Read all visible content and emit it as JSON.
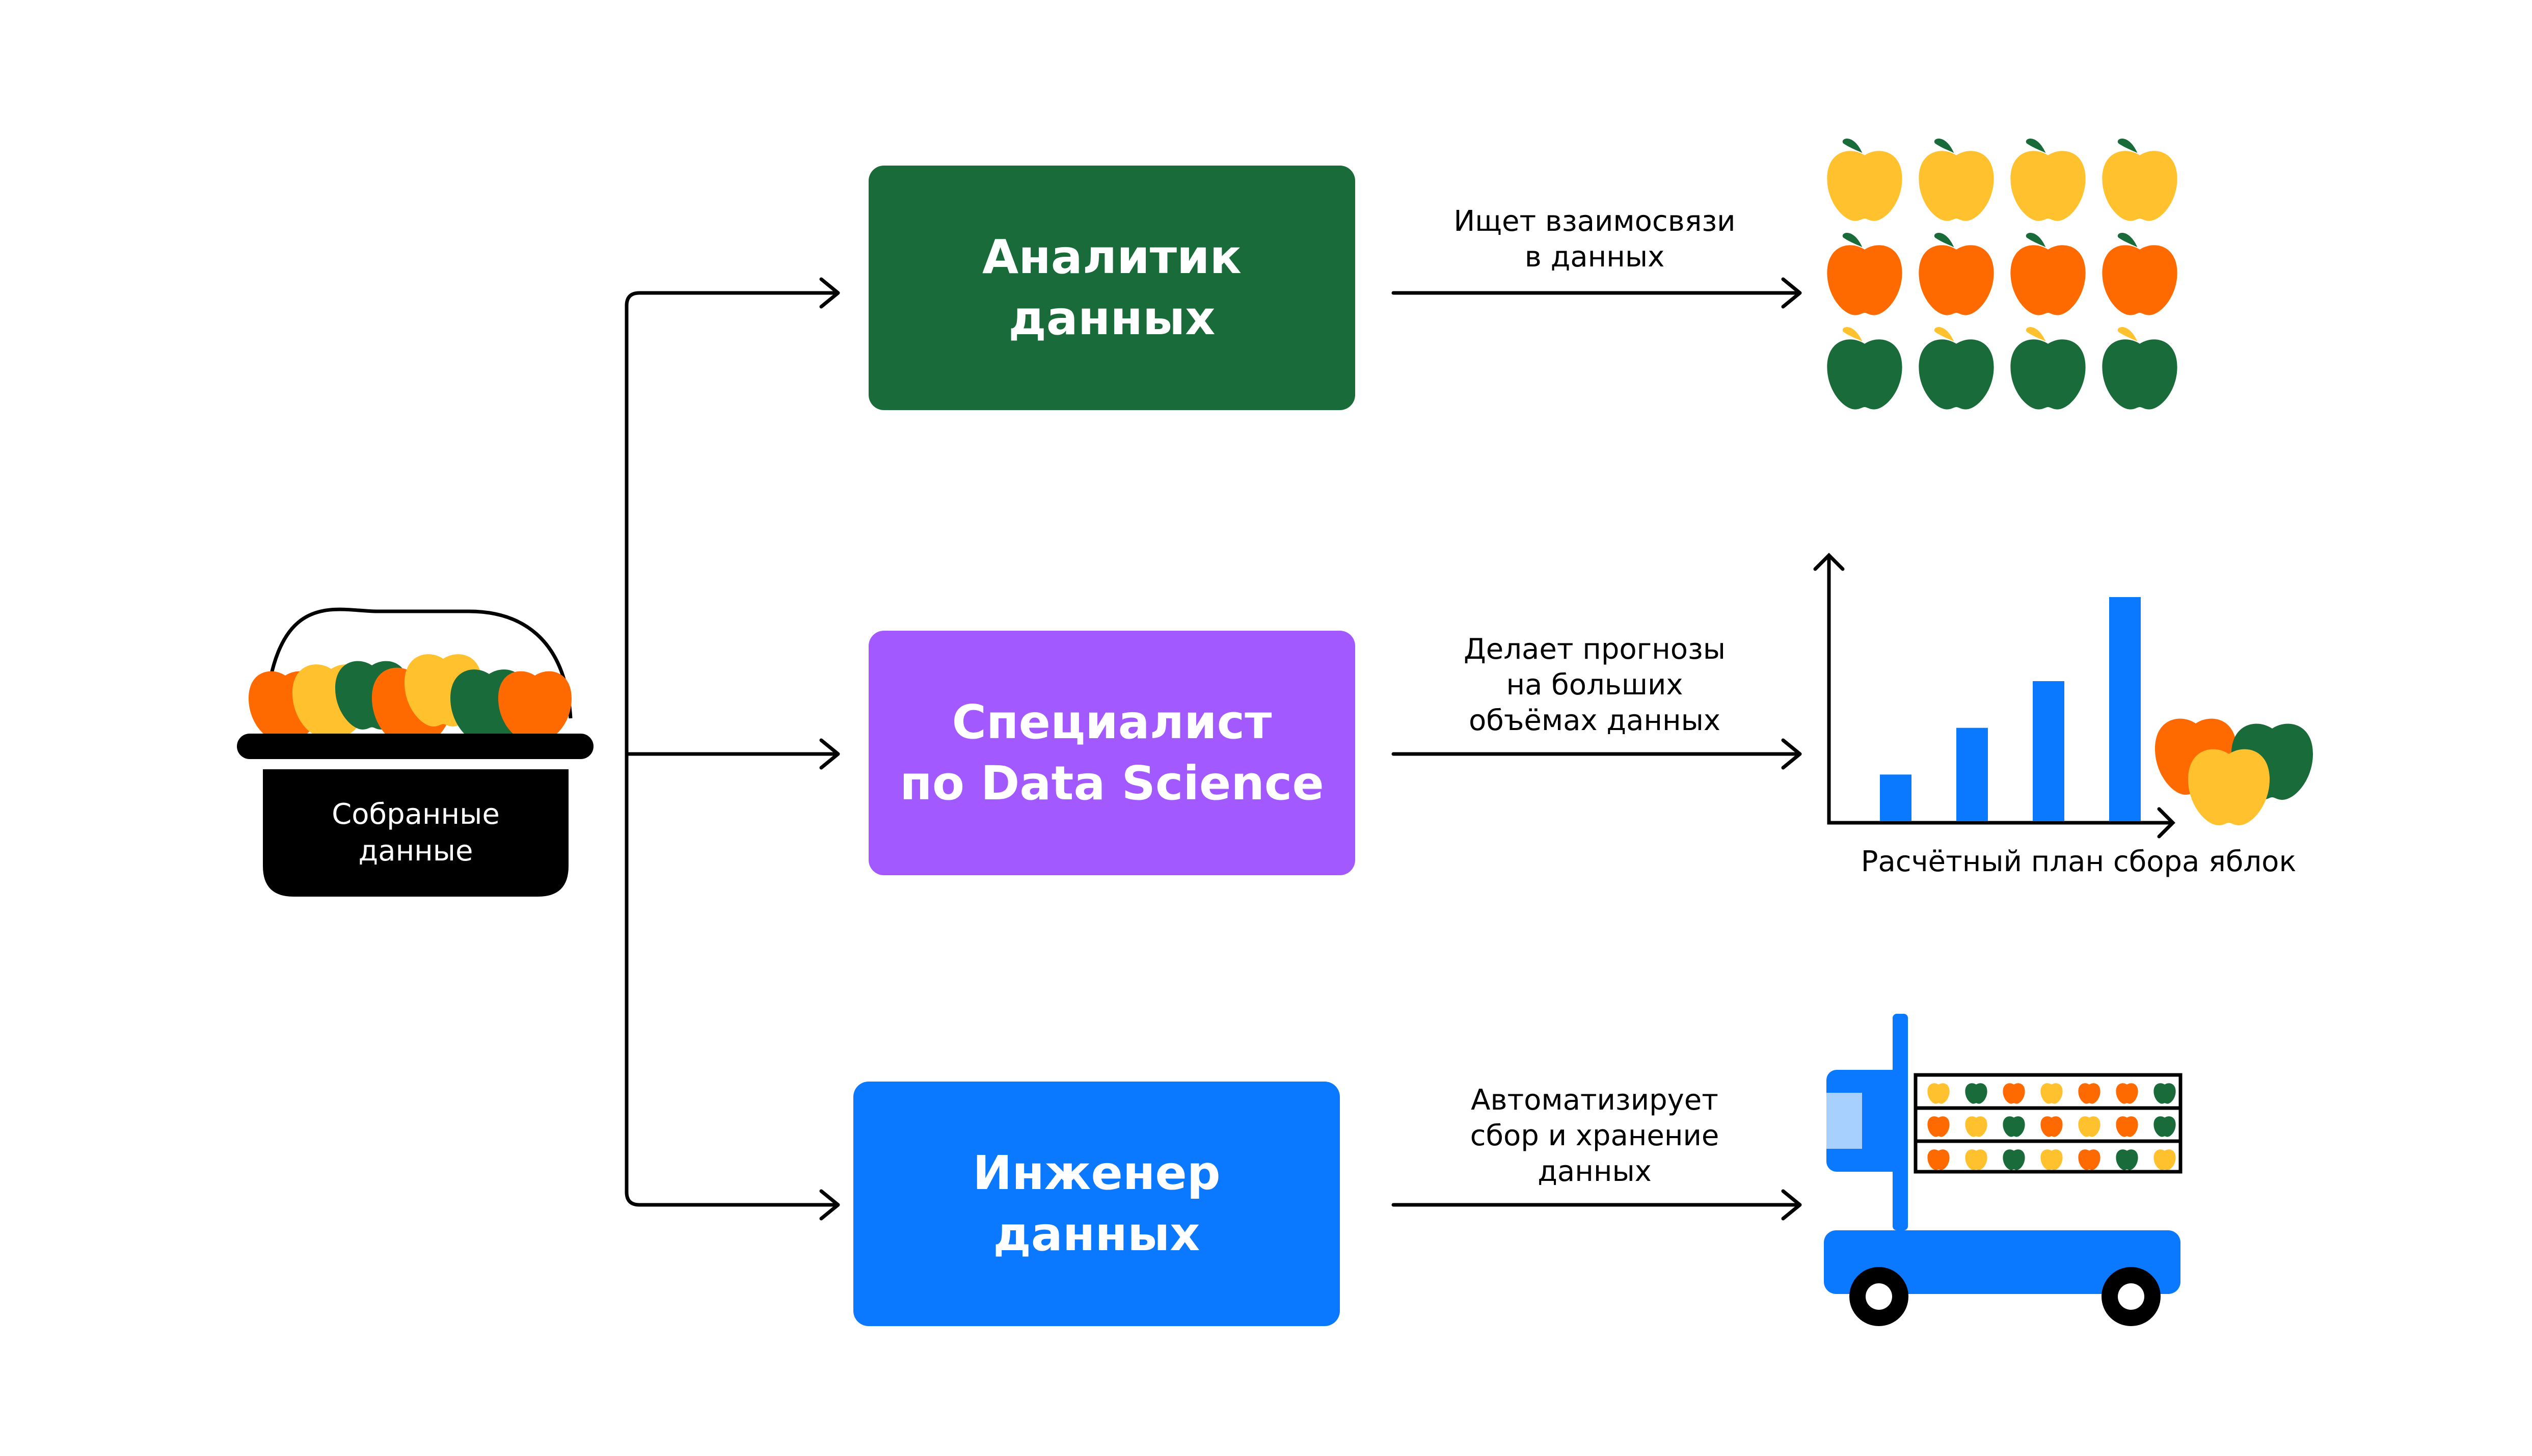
{
  "basket": {
    "label_line1": "Собранные",
    "label_line2": "данные"
  },
  "roles": [
    {
      "line1": "Аналитик",
      "line2": "данных",
      "color": "#1a6b3a"
    },
    {
      "line1": "Специалист",
      "line2": "по Data Science",
      "color": "#a259ff"
    },
    {
      "line1": "Инженер",
      "line2": "данных",
      "color": "#0a78ff"
    }
  ],
  "captions": {
    "analyst": [
      "Ищет взаимосвязи",
      "в данных"
    ],
    "scientist": [
      "Делает прогнозы",
      "на больших",
      "объёмах данных"
    ],
    "engineer": [
      "Автоматизирует",
      "сбор и хранение",
      "данных"
    ]
  },
  "chart_data": {
    "type": "bar",
    "values": [
      1,
      2,
      3,
      4.8
    ],
    "xlabel": "Расчётный план сбора яблок",
    "color": "#0a78ff"
  },
  "colors": {
    "yellow": "#ffc12e",
    "orange": "#ff6a00",
    "green": "#1a6b3a",
    "blue": "#0a78ff",
    "purple": "#a259ff",
    "black": "#000000"
  },
  "icons": [
    "apple-basket-icon",
    "apple-grid-icon",
    "bar-chart-icon",
    "apples-cluster-icon",
    "forklift-truck-icon"
  ]
}
